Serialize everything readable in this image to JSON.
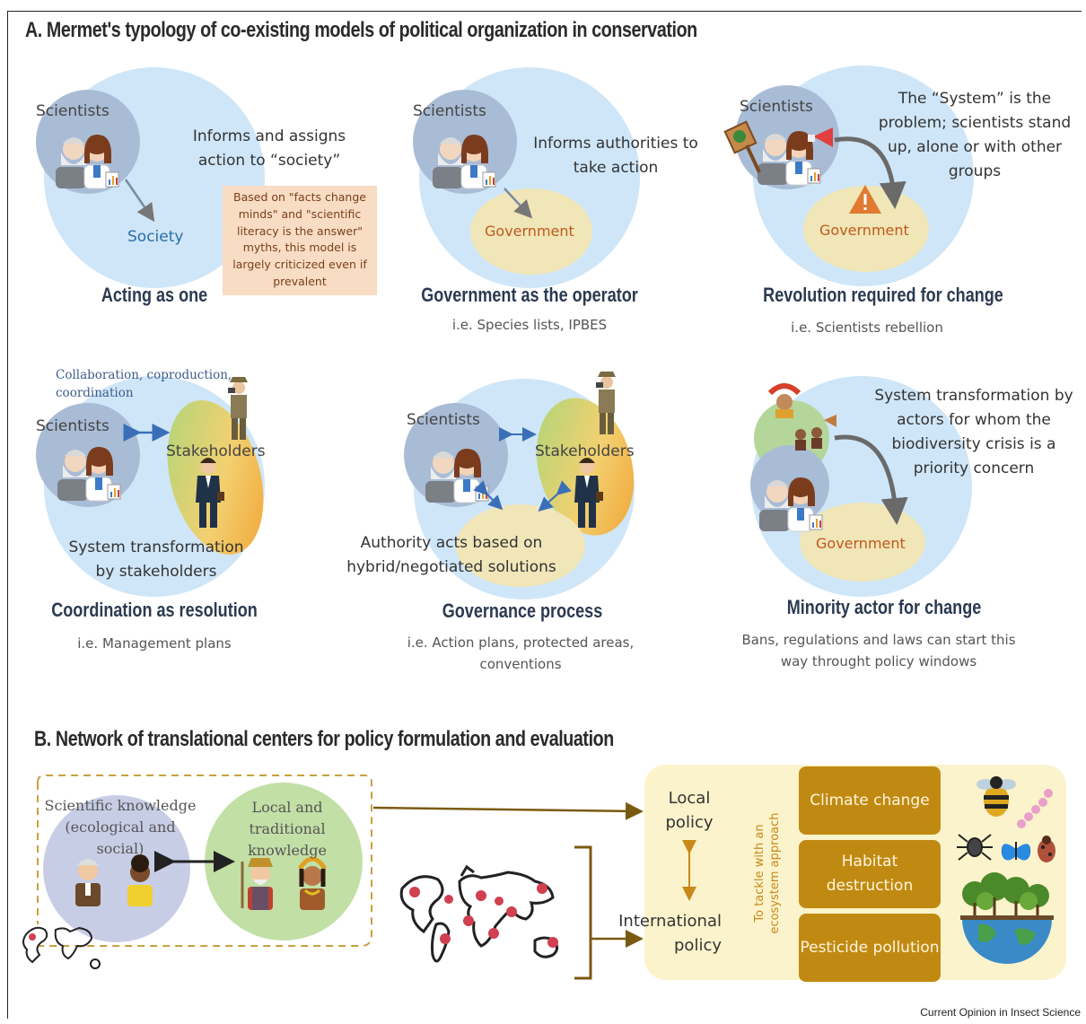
{
  "section_a": {
    "title": "A. Mermet's typology of co-existing models of political organization in conservation",
    "panels": [
      {
        "scientists": "Scientists",
        "description": "Informs and assigns action to “society”",
        "target": "Society",
        "note": "Based on \"facts change minds\" and \"scientific literacy is the answer\" myths, this model is largely criticized even if prevalent",
        "title": "Acting as one",
        "subtitle": ""
      },
      {
        "scientists": "Scientists",
        "description": "Informs authorities to take action",
        "target": "Government",
        "title": "Government as the operator",
        "subtitle": "i.e. Species lists, IPBES"
      },
      {
        "scientists": "Scientists",
        "description": "The “System” is the problem; scientists stand up, alone or with other groups",
        "target": "Government",
        "title": "Revolution required for change",
        "subtitle": "i.e. Scientists rebellion"
      },
      {
        "collab": "Collaboration, coproduction, coordination",
        "scientists": "Scientists",
        "stakeholders": "Stakeholders",
        "description": "System transformation by stakeholders",
        "title": "Coordination as resolution",
        "subtitle": "i.e. Management plans"
      },
      {
        "scientists": "Scientists",
        "stakeholders": "Stakeholders",
        "description": "Authority acts based on hybrid/negotiated solutions",
        "title": "Governance process",
        "subtitle": "i.e. Action plans, protected areas, conventions"
      },
      {
        "description": "System transformation by actors for whom the biodiversity crisis is a priority concern",
        "target": "Government",
        "title": "Minority actor for change",
        "subtitle": "Bans, regulations and laws can start this way throught policy windows"
      }
    ]
  },
  "section_b": {
    "title": "B. Network of translational centers for policy formulation and evaluation",
    "scientific_knowledge": "Scientific knowledge (ecological and social)",
    "traditional_knowledge": "Local and traditional knowledge",
    "local_policy": "Local policy",
    "international_policy": "International policy",
    "tackle": "To tackle with an ecosystem approach",
    "threats": [
      "Climate change",
      "Habitat destruction",
      "Pesticide pollution"
    ]
  },
  "credit": "Current Opinion in Insect Science",
  "colors": {
    "circle_blue": "#cfe6f8",
    "scientist_grey": "#a9bcd6",
    "government_yellow": "#f0e6b8",
    "note_peach": "#f8dcc4",
    "threat_gold": "#c08a12",
    "panel_cream": "#fbf3cc",
    "arrow_brown": "#7a5a10"
  }
}
